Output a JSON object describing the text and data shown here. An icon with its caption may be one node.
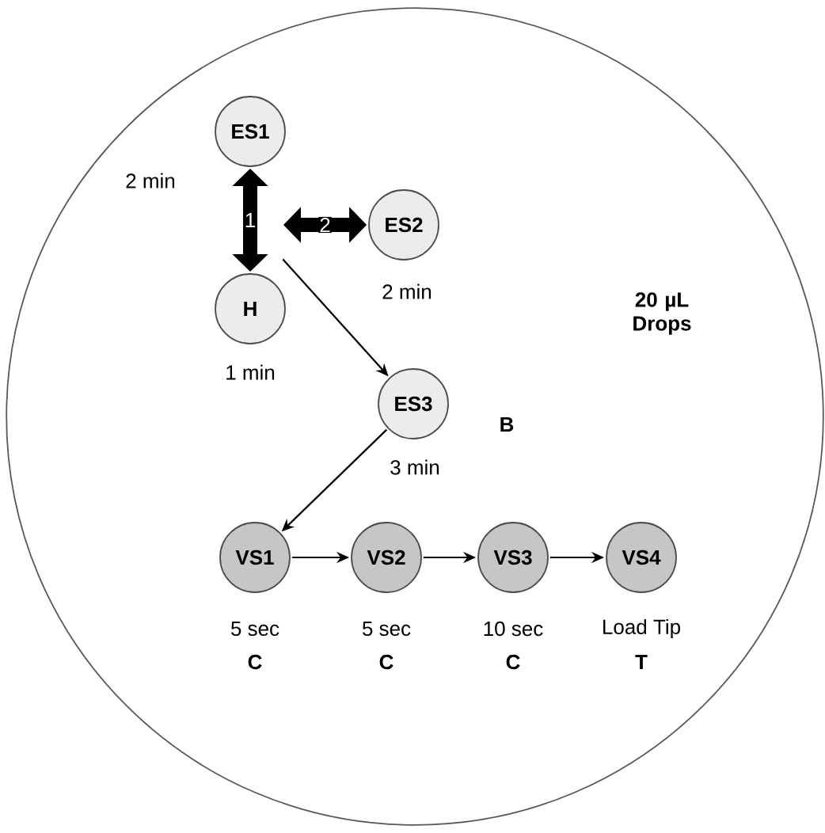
{
  "diagram": {
    "nodes": [
      {
        "text": [
          "20 µL Drops"
        ]
      },
      {
        "text": [
          "ES1"
        ],
        "beside": [
          "2 min"
        ],
        "in": 0
      },
      {
        "text": [
          "ES2"
        ],
        "beside": [
          "2 min"
        ],
        "in": 0
      },
      {
        "text": [
          "H"
        ],
        "beside": [
          "1 min"
        ],
        "in": 0
      },
      {
        "text": [
          "ES3"
        ],
        "beside": [
          "3 min",
          "B"
        ],
        "in": 0
      },
      {
        "text": [
          "VS1"
        ],
        "beside": [
          "5 sec",
          "C"
        ],
        "in": 0
      },
      {
        "text": [
          "VS2"
        ],
        "beside": [
          "5 sec",
          "C"
        ],
        "in": 0
      },
      {
        "text": [
          "VS3"
        ],
        "beside": [
          "10 sec",
          "C"
        ],
        "in": 0
      },
      {
        "text": [
          "VS4"
        ],
        "beside": [
          "Load Tip",
          "T"
        ],
        "in": 0
      }
    ],
    "edges": [
      {
        "from": 1,
        "to": 3,
        "arrow": "both",
        "label": "1",
        "style": "thick"
      },
      {
        "from": null,
        "to": 2,
        "arrow": "both",
        "label": "2",
        "style": "thick"
      },
      {
        "from": null,
        "to": 4,
        "arrow": "to"
      },
      {
        "from": 4,
        "to": 5,
        "arrow": "to"
      },
      {
        "from": 5,
        "to": 6,
        "arrow": "to"
      },
      {
        "from": 6,
        "to": 7,
        "arrow": "to"
      },
      {
        "from": 7,
        "to": 8,
        "arrow": "to"
      }
    ]
  }
}
